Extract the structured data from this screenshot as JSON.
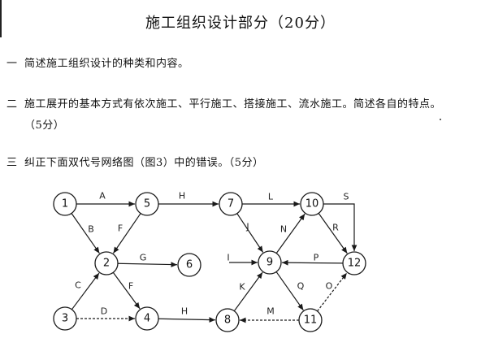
{
  "section_title": "施工组织设计部分（20分）",
  "questions": [
    {
      "number": "一",
      "text": "简述施工组织设计的种类和内容。"
    },
    {
      "number": "二",
      "text": "施工展开的基本方式有依次施工、平行施工、搭接施工、流水施工。简述各自的特点。",
      "continuation": "（5分）"
    },
    {
      "number": "三",
      "text": "纠正下面双代号网络图（图3）中的错误。（5分）"
    }
  ],
  "network": {
    "nodes": [
      {
        "id": "n1",
        "label": "1"
      },
      {
        "id": "n5",
        "label": "5"
      },
      {
        "id": "n7",
        "label": "7"
      },
      {
        "id": "n10",
        "label": "10"
      },
      {
        "id": "n2",
        "label": "2"
      },
      {
        "id": "n6",
        "label": "6"
      },
      {
        "id": "n9",
        "label": "9"
      },
      {
        "id": "n12",
        "label": "12"
      },
      {
        "id": "n3",
        "label": "3"
      },
      {
        "id": "n4",
        "label": "4"
      },
      {
        "id": "n8",
        "label": "8"
      },
      {
        "id": "n11",
        "label": "11"
      }
    ],
    "edges": [
      {
        "from": "n1",
        "to": "n5",
        "label": "A"
      },
      {
        "from": "n1",
        "to": "n2",
        "label": "B"
      },
      {
        "from": "n5",
        "to": "n2",
        "label": "F"
      },
      {
        "from": "n5",
        "to": "n7",
        "label": "H"
      },
      {
        "from": "n7",
        "to": "n10",
        "label": "L"
      },
      {
        "from": "n7",
        "to": "n9",
        "label": "J"
      },
      {
        "from": "n9",
        "to": "n10",
        "label": "N"
      },
      {
        "from": "n10",
        "to": "n12",
        "label": "S"
      },
      {
        "from": "n10",
        "to": "n12",
        "label": "R"
      },
      {
        "from": "n2",
        "to": "n6",
        "label": "G"
      },
      {
        "from": "n3",
        "to": "n2",
        "label": "C"
      },
      {
        "from": "n2",
        "to": "n4",
        "label": "F"
      },
      {
        "from": "n3",
        "to": "n4",
        "label": "D"
      },
      {
        "from": "n4",
        "to": "n8",
        "label": "H"
      },
      {
        "from": "n11",
        "to": "n8",
        "label": "M"
      },
      {
        "from": "n8",
        "to": "n9",
        "label": "K"
      },
      {
        "from": "n12",
        "to": "n9",
        "label": "P"
      },
      {
        "from": "n9",
        "to": "n11",
        "label": "Q"
      },
      {
        "from": "n11",
        "to": "n12",
        "label": "O"
      },
      {
        "from": "",
        "to": "n9",
        "label": "I"
      }
    ]
  }
}
